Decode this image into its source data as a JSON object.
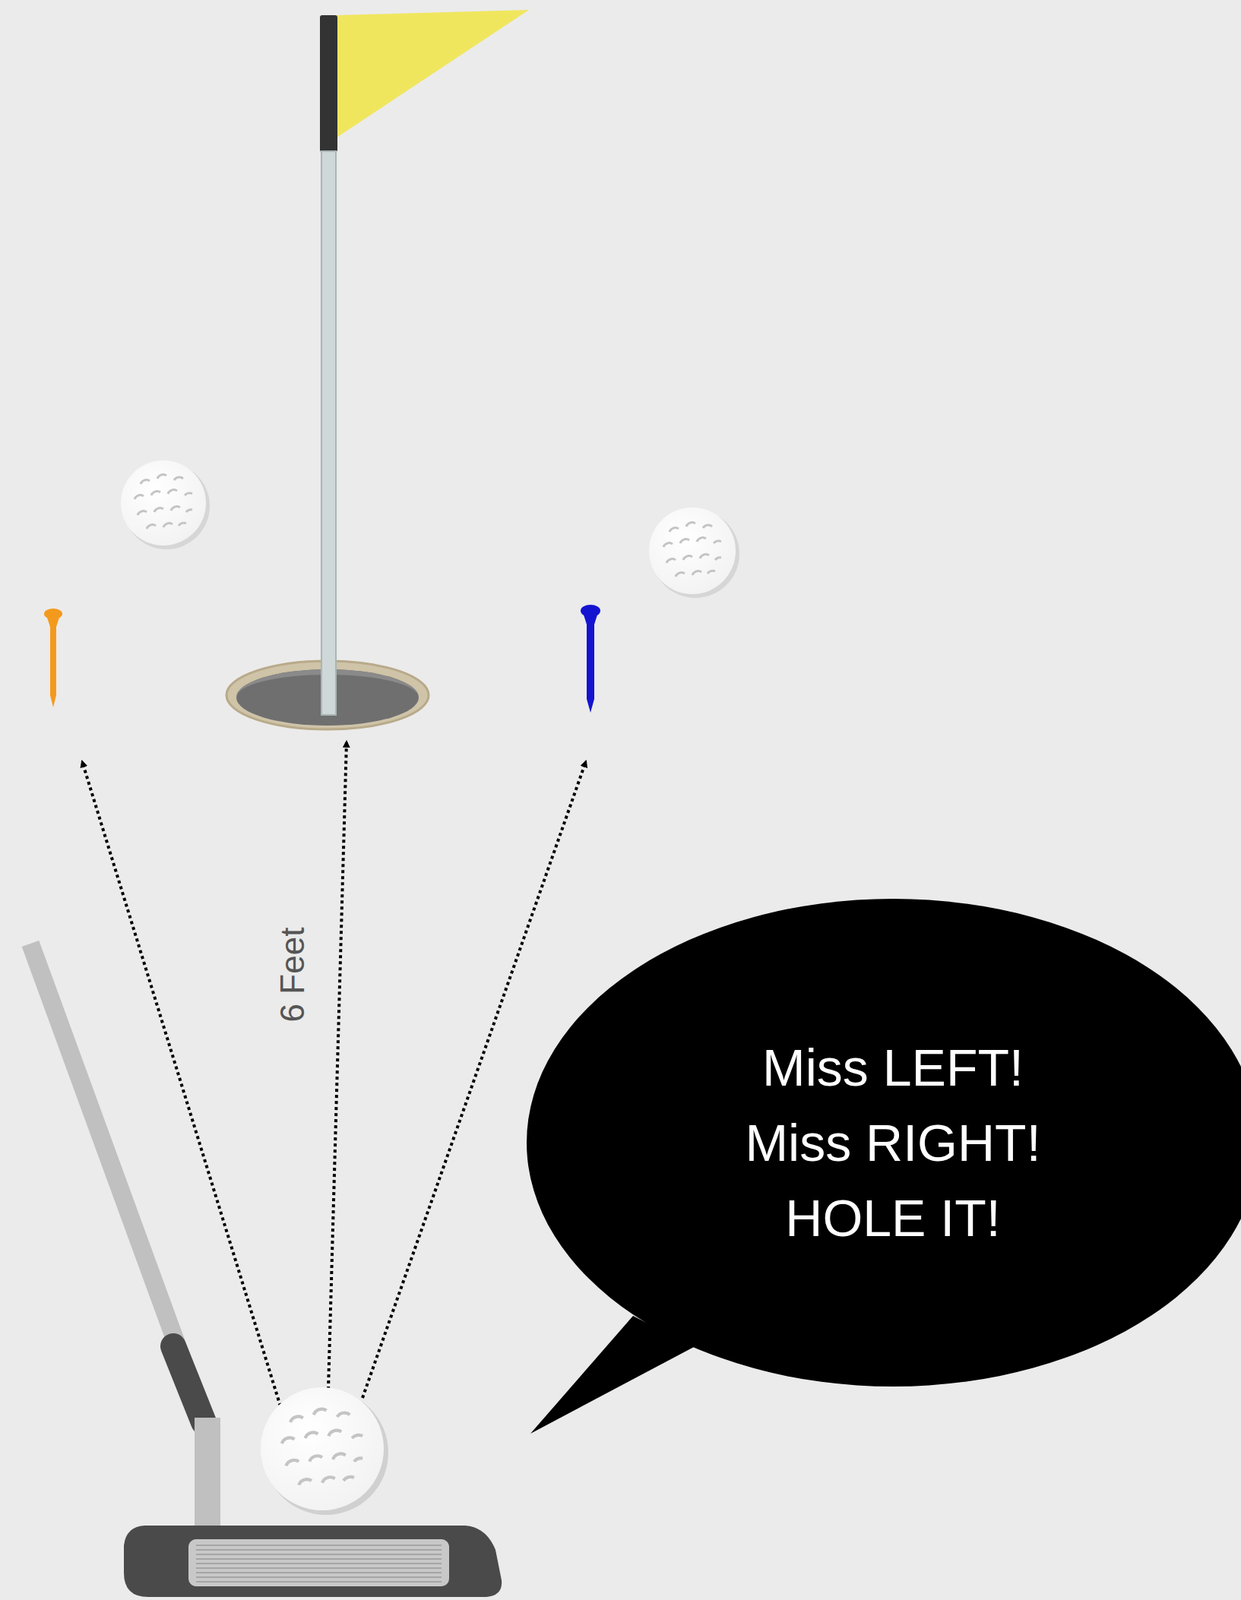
{
  "diagram": {
    "nodes": [
      {
        "text": [
          "Miss LEFT!",
          "Miss RIGHT!",
          "HOLE IT!"
        ]
      }
    ],
    "labels": [
      "6 Feet"
    ]
  }
}
